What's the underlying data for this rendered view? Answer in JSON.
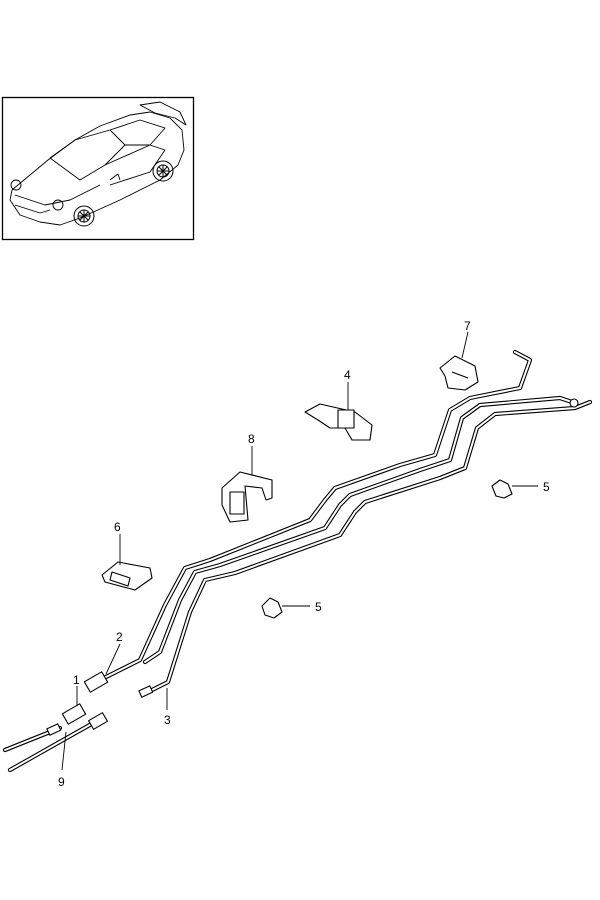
{
  "diagram": {
    "callouts": [
      {
        "id": "1",
        "label": "1"
      },
      {
        "id": "2",
        "label": "2"
      },
      {
        "id": "3",
        "label": "3"
      },
      {
        "id": "4",
        "label": "4"
      },
      {
        "id": "5a",
        "label": "5"
      },
      {
        "id": "5b",
        "label": "5"
      },
      {
        "id": "6",
        "label": "6"
      },
      {
        "id": "7",
        "label": "7"
      },
      {
        "id": "8",
        "label": "8"
      },
      {
        "id": "9",
        "label": "9"
      }
    ]
  }
}
